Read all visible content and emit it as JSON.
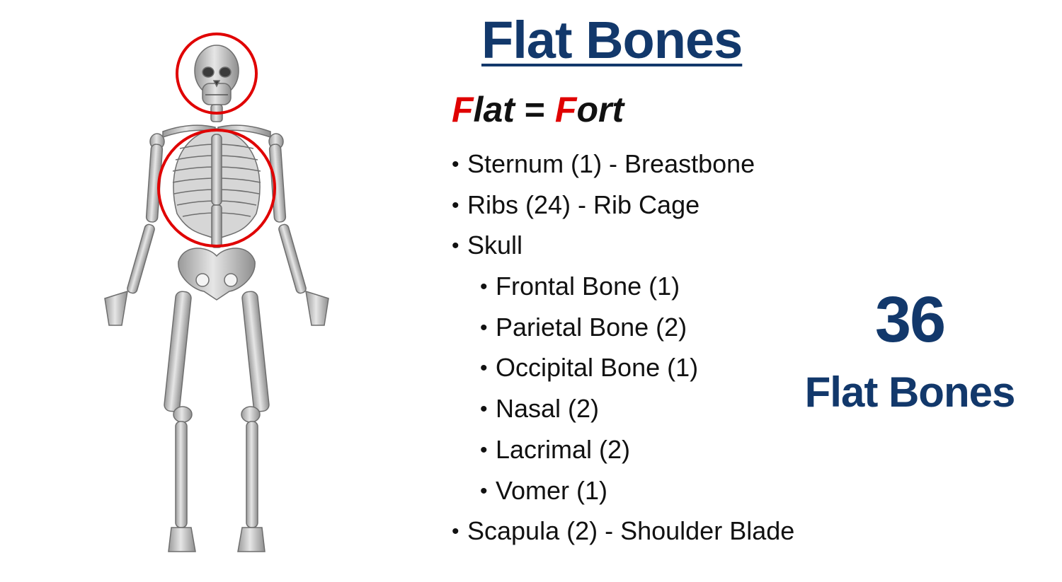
{
  "title": "Flat Bones",
  "mnemonic": {
    "flat_first": "F",
    "flat_rest": "lat",
    "equals": " = ",
    "fort_first": "F",
    "fort_rest": "ort",
    "accent_color": "#e00000"
  },
  "bones": [
    {
      "label": "Sternum (1) - Breastbone",
      "level": 0
    },
    {
      "label": "Ribs (24) - Rib Cage",
      "level": 0
    },
    {
      "label": "Skull",
      "level": 0
    },
    {
      "label": "Frontal Bone (1)",
      "level": 1
    },
    {
      "label": "Parietal Bone (2)",
      "level": 1
    },
    {
      "label": "Occipital Bone (1)",
      "level": 1
    },
    {
      "label": "Nasal (2)",
      "level": 1
    },
    {
      "label": "Lacrimal (2)",
      "level": 1
    },
    {
      "label": "Vomer (1)",
      "level": 1
    },
    {
      "label": "Scapula (2) - Shoulder Blade",
      "level": 0
    }
  ],
  "count": {
    "number": "36",
    "label": "Flat Bones"
  },
  "colors": {
    "title": "#12386b",
    "highlight_circle": "#e00000",
    "bone": "#c9c9c9"
  }
}
